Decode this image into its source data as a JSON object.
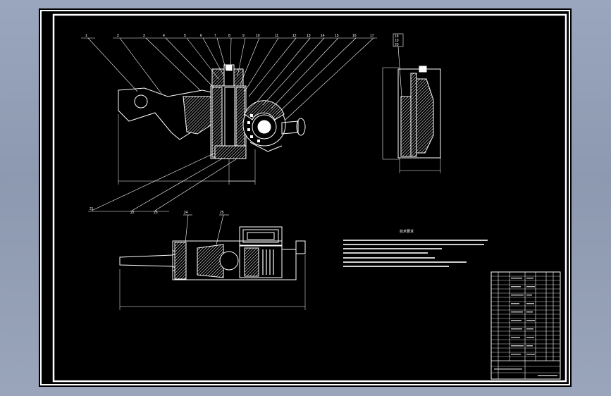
{
  "colors": {
    "background": "#9aa6bd",
    "sheet": "#000000",
    "linework": "#ffffff",
    "hatch": "#ffffff"
  },
  "balloons": {
    "top": [
      "1",
      "2",
      "3",
      "4",
      "5",
      "6",
      "7",
      "8",
      "9",
      "10",
      "11",
      "12",
      "13",
      "14",
      "15",
      "16",
      "17"
    ],
    "side": [
      "18",
      "19",
      "20"
    ],
    "bottom_left": [
      "21",
      "22",
      "23"
    ],
    "section": [
      "24",
      "25"
    ]
  },
  "notes": {
    "title": "技术要求"
  }
}
